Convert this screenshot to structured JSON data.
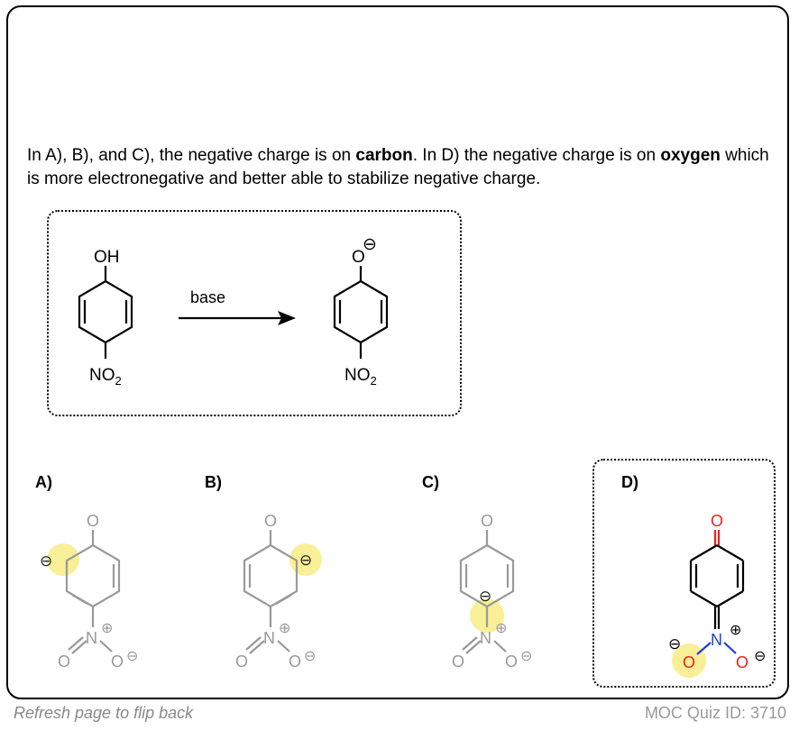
{
  "explanation": {
    "part1": "In A), B), and C), the negative charge is on ",
    "bold1": "carbon",
    "part2": ". In D) the negative charge is on ",
    "bold2": "oxygen",
    "part3": " which is more electronegative and better able to stabilize negative charge."
  },
  "reaction": {
    "reactant_top_label": "OH",
    "reagent_label": "base",
    "product_top_label": "O",
    "nitro_label": "NO",
    "nitro_subscript": "2",
    "charge_symbol": "⊖"
  },
  "options": [
    {
      "label": "A)",
      "carbonyl_atom": "O",
      "nitrogen": "N",
      "oxygen": "O",
      "minus": "⊖",
      "plus": "⊕",
      "highlighted": "carbon",
      "correct": false
    },
    {
      "label": "B)",
      "carbonyl_atom": "O",
      "nitrogen": "N",
      "oxygen": "O",
      "minus": "⊖",
      "plus": "⊕",
      "highlighted": "carbon",
      "correct": false
    },
    {
      "label": "C)",
      "carbonyl_atom": "O",
      "nitrogen": "N",
      "oxygen": "O",
      "minus": "⊖",
      "plus": "⊕",
      "highlighted": "carbon",
      "correct": false
    },
    {
      "label": "D)",
      "carbonyl_atom": "O",
      "nitrogen": "N",
      "oxygen": "O",
      "minus": "⊖",
      "plus": "⊕",
      "highlighted": "oxygen",
      "correct": true
    }
  ],
  "colors": {
    "faded": "#999999",
    "highlight": "#f6e86a",
    "oxygen": "#e8231b",
    "nitrogen": "#1b3fe0"
  },
  "footer": {
    "left": "Refresh page to flip back",
    "right": "MOC Quiz ID: 3710"
  }
}
